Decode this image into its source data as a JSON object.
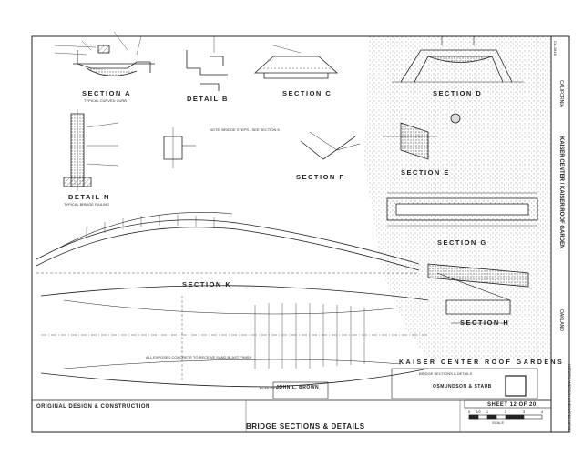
{
  "sheet": {
    "drawing_title": "BRIDGE SECTIONS & DETAILS",
    "sheet_number": "SHEET 12 OF 20",
    "credits_heading": "ORIGINAL DESIGN & CONSTRUCTION"
  },
  "titleblock": {
    "project": "KAISER CENTER ROOF GARDENS",
    "subtitle": "BRIDGE SECTIONS & DETAILS",
    "engineer": "JOHN L. BROWN",
    "firm": "OSMUNDSON & STAUB",
    "scale_ticks": [
      "0",
      "1/2",
      "1",
      "2",
      "3",
      "4"
    ],
    "scale_note": "SCALE"
  },
  "side_strip": {
    "project_vertical": "KAISER CENTER / KAISER ROOF GARDEN",
    "state": "CALIFORNIA",
    "city": "OAKLAND",
    "survey_no": "CA-2818",
    "survey_label": "HISTORIC AMERICAN LANDSCAPES SURVEY"
  },
  "sections": {
    "a": "SECTION A",
    "a_sub": "TYPICAL CURVED CURB",
    "b": "DETAIL B",
    "c": "SECTION C",
    "d": "SECTION D",
    "e": "SECTION E",
    "f": "SECTION F",
    "g": "SECTION G",
    "h": "SECTION H",
    "k": "SECTION K",
    "n": "DETAIL N",
    "n_sub": "TYPICAL BRIDGE RAILING",
    "plan": "PLAN DETAIL"
  },
  "notes": {
    "bridge_note": "NOTE: BRIDGE STEPS - SEE SECTION K",
    "finish_note": "ALL EXPOSED CONCRETE TO RECEIVE SAND BLAST FINISH"
  },
  "colors": {
    "ink": "#222222",
    "paper": "#ffffff",
    "stipple": "#9a9a9a"
  }
}
